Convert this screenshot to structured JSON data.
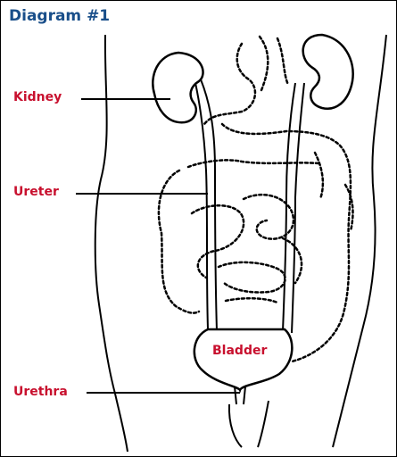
{
  "title": "Diagram #1",
  "labels": {
    "kidney": "Kidney",
    "ureter": "Ureter",
    "bladder": "Bladder",
    "urethra": "Urethra"
  },
  "colors": {
    "title": "#1a4f8a",
    "label": "#c8102e",
    "line": "#000000"
  }
}
